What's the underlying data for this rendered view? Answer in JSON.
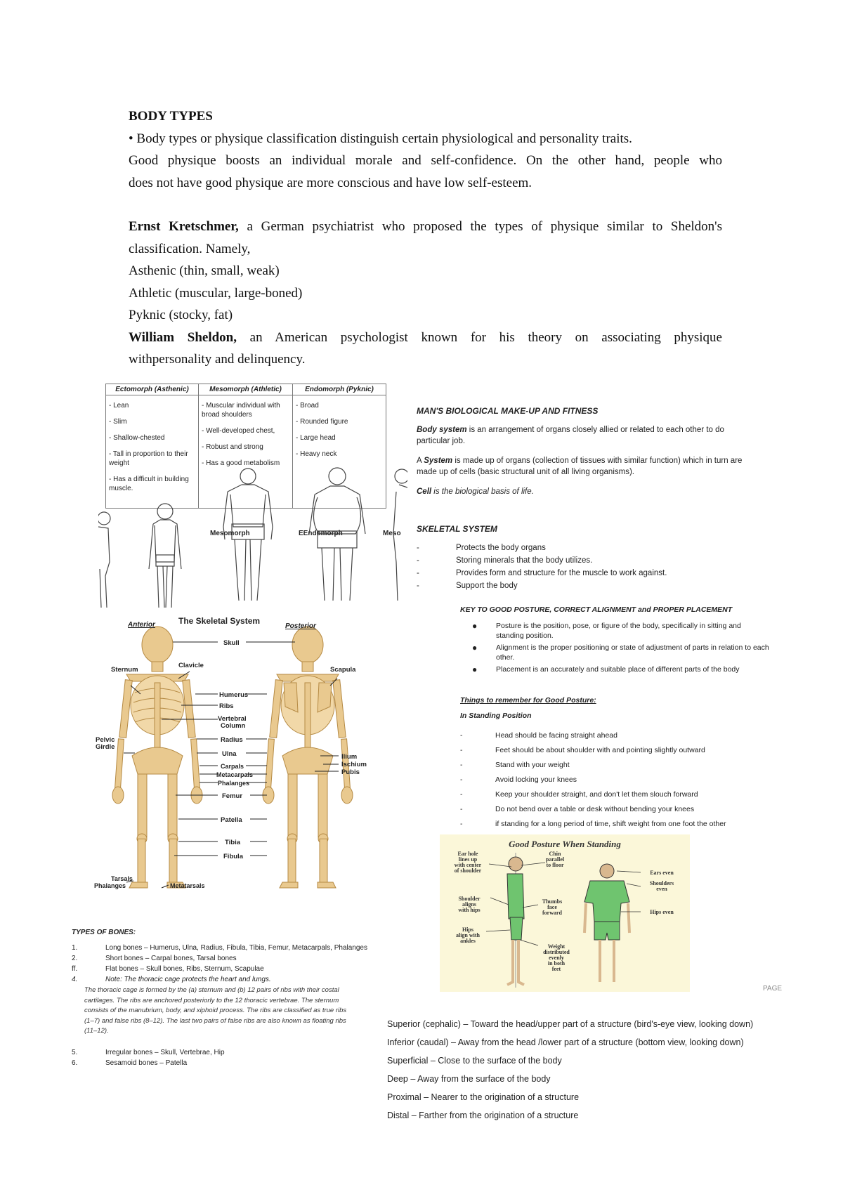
{
  "intro": {
    "heading": "BODY TYPES",
    "bullet_line": "•  Body types or physique classification distinguish certain physiological and personality traits.",
    "p1_l1": "Good physique boosts an individual morale and self-confidence. On the other hand, people who",
    "p1_l2": "does not have good physique are more conscious and have low self-esteem.",
    "ernst_name": "Ernst Kretschmer,",
    "ernst_l1": " a German psychiatrist who proposed the types of physique similar to Sheldon's",
    "ernst_l2": "classification. Namely,",
    "asthenic": "Asthenic (thin, small, weak)",
    "athletic": "Athletic (muscular, large-boned)",
    "pyknic": "Pyknic (stocky, fat)",
    "sheldon_name": "William Sheldon,",
    "sheldon_l1": " an American psychologist known for his theory on associating physique",
    "sheldon_l2": "withpersonality and delinquency."
  },
  "body_table": {
    "headers": [
      "Ectomorph (Asthenic)",
      "Mesomorph (Athletic)",
      "Endomorph (Pyknic)"
    ],
    "ecto": [
      "- Lean",
      "- Slim",
      "- Shallow-chested",
      "- Tall in proportion to their weight",
      "- Has a difficult in building muscle."
    ],
    "meso": [
      "- Muscular individual with broad shoulders",
      "- Well-developed chest,",
      "- Robust and strong",
      "- Has a good metabolism"
    ],
    "endo": [
      "- Broad",
      "- Rounded figure",
      "- Large head",
      "- Heavy neck"
    ]
  },
  "figure_labels": {
    "mesomorph": "Mesomorph",
    "endomorph": "EEndomorph",
    "meso_cut": "Meso"
  },
  "biology": {
    "title": "MAN'S BIOLOGICAL MAKE-UP AND FITNESS",
    "body_system_term": "Body system",
    "body_system_l1": " is an arrangement of organs closely allied or related to each other to do",
    "body_system_l2": "particular job.",
    "system_a": "A ",
    "system_term": "System",
    "system_l1": " is made up of organs (collection of tissues with similar function) which in turn are",
    "system_l2": "made up of cells (basic structural unit of all living organisms).",
    "cell_term": "Cell",
    "cell_text": " is the biological basis of life."
  },
  "skeletal": {
    "title": "SKELETAL SYSTEM",
    "items": [
      "Protects the body organs",
      "Storing minerals that the body utilizes.",
      "Provides form and structure for the muscle to work against.",
      "Support the body"
    ]
  },
  "posture_key": {
    "title": "KEY TO GOOD POSTURE, CORRECT ALIGNMENT and PROPER PLACEMENT",
    "items": [
      [
        "Posture is the position, pose, or figure of the body, specifically in sitting and",
        "standing position."
      ],
      [
        "Alignment is the proper positioning or state of adjustment of parts in relation to each",
        "other."
      ],
      [
        "Placement is an accurately and suitable place of different parts of the body",
        ""
      ]
    ]
  },
  "things": {
    "title": "Things to remember for Good Posture:",
    "subtitle": "In Standing Position",
    "items": [
      "Head should be facing straight ahead",
      "Feet should be about shoulder with and pointing slightly outward",
      "Stand with your weight",
      "Avoid locking your knees",
      "Keep your shoulder straight, and don't let them slouch forward",
      "Do not bend over a table or desk without bending your knees",
      "if standing for a long period of time, shift weight from one foot the other"
    ]
  },
  "skeleton": {
    "title": "The Skeletal System",
    "anterior": "Anterior",
    "posterior": "Posterior",
    "labels": {
      "skull": "Skull",
      "clavicle": "Clavicle",
      "sternum": "Sternum",
      "scapula": "Scapula",
      "humerus": "Humerus",
      "ribs": "Ribs",
      "vertebral": "Vertebral",
      "column": "Column",
      "radius": "Radius",
      "pelvic": "Pelvic",
      "girdle": "Girdle",
      "ulna": "Ulna",
      "ilium": "Ilium",
      "ischium": "Ischium",
      "pubis": "Pubis",
      "carpals": "Carpals",
      "metacarpals": "Metacarpals",
      "phalanges": "Phalanges",
      "femur": "Femur",
      "patella": "Patella",
      "tibia": "Tibia",
      "fibula": "Fibula",
      "tarsals": "Tarsals",
      "phalanges2": "Phalanges",
      "metatarsals": "Metatarsals"
    }
  },
  "posture_figure": {
    "title": "Good Posture When Standing",
    "ear": [
      "Ear hole",
      "lines up",
      "with center",
      "of shoulder"
    ],
    "chin": [
      "Chin",
      "parallel",
      "to floor"
    ],
    "shoulder": [
      "Shoulder",
      "aligns",
      "with hips"
    ],
    "thumbs": [
      "Thumbs",
      "face",
      "forward"
    ],
    "hips_ankles": [
      "Hips",
      "align with",
      "ankles"
    ],
    "weight": [
      "Weight",
      "distributed",
      "evenly",
      "in both",
      "feet"
    ],
    "ears_even": "Ears even",
    "shoulders_even": [
      "Shoulders",
      "even"
    ],
    "hips_even": "Hips even"
  },
  "page_mark": "PAGE",
  "bones": {
    "title": "TYPES OF BONES:",
    "items": [
      [
        "1.",
        "Long bones – Humerus, Ulna, Radius, Fibula, Tibia, Femur, Metacarpals, Phalanges"
      ],
      [
        "2.",
        "Short bones – Carpal bones, Tarsal bones"
      ],
      [
        "ff.",
        "Flat bones – Skull bones, Ribs, Sternum, Scapulae"
      ],
      [
        "4.",
        "Note: The thoracic cage protects the heart and lungs."
      ]
    ],
    "note": [
      "The thoracic cage is formed by the (a) sternum and (b) 12 pairs of ribs with their costal",
      "cartilages. The ribs are anchored posteriorly to the 12 thoracic vertebrae. The sternum",
      "consists of the manubrium, body, and xiphoid process. The ribs are classified as true ribs",
      "(1–7) and false ribs (8–12). The last two pairs of false ribs are also known as floating ribs",
      "(11–12)."
    ],
    "items2": [
      [
        "5.",
        "Irregular bones – Skull, Vertebrae, Hip"
      ],
      [
        "6.",
        "Sesamoid bones – Patella"
      ]
    ]
  },
  "directions": [
    "Superior (cephalic) – Toward the head/upper part of a structure (bird's-eye view, looking down)",
    "Inferior (caudal) – Away from the head /lower part of a structure (bottom view, looking down)",
    "Superficial – Close to the surface of the body",
    "Deep – Away from the surface of the body",
    "Proximal – Nearer to the origination of a structure",
    "Distal – Farther from the origination of a structure"
  ]
}
